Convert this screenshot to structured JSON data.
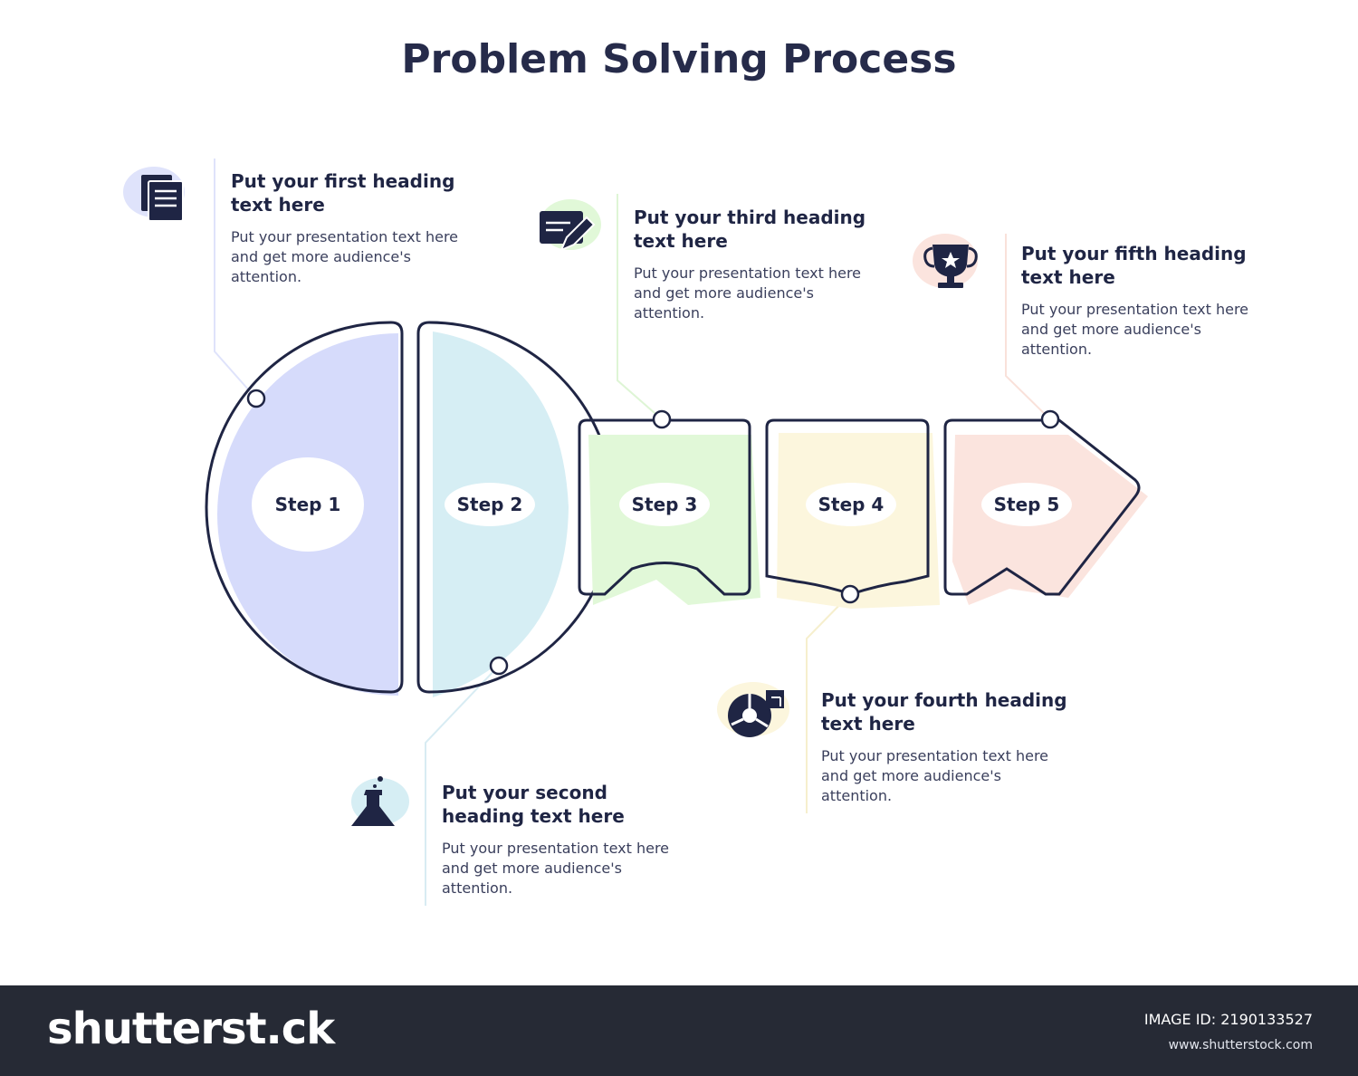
{
  "title": "Problem Solving Process",
  "steps": [
    {
      "label": "Step 1",
      "heading": "Put your first heading\ntext here",
      "text": "Put your presentation text here\nand get more audience's\nattention.",
      "color": "#d6dbfb",
      "icon": "documents-icon"
    },
    {
      "label": "Step 2",
      "heading": "Put your second\nheading text here",
      "text": "Put your presentation text here\nand get more audience's\nattention.",
      "color": "#d6eef4",
      "icon": "flask-icon"
    },
    {
      "label": "Step 3",
      "heading": "Put your third heading\ntext here",
      "text": "Put your presentation text here\nand get more audience's\nattention.",
      "color": "#e1f8d8",
      "icon": "pen-card-icon"
    },
    {
      "label": "Step 4",
      "heading": "Put your fourth heading\ntext here",
      "text": "Put your presentation text here\nand get more audience's\nattention.",
      "color": "#fcf6dd",
      "icon": "pie-chart-icon"
    },
    {
      "label": "Step 5",
      "heading": "Put your fifth heading\ntext here",
      "text": "Put your presentation text here\nand get more audience's\nattention.",
      "color": "#fbe4de",
      "icon": "trophy-icon"
    }
  ],
  "colors": {
    "outline": "#1f2544",
    "text": "#1f2544",
    "footer_bg": "#262a35"
  },
  "footer": {
    "brand": "shutterst.ck",
    "image_id": "IMAGE ID: 2190133527",
    "url": "www.shutterstock.com"
  }
}
